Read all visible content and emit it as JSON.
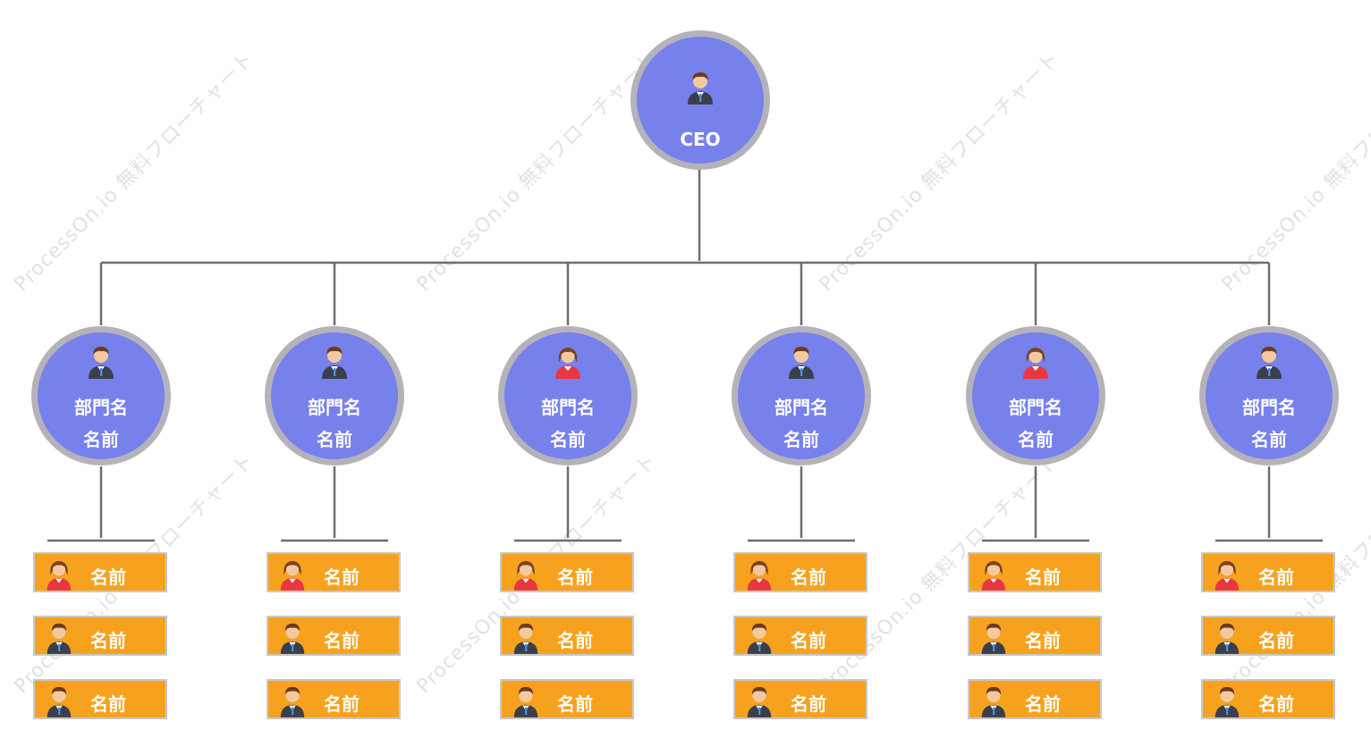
{
  "watermark": "ProcessOn.io 無料フローチャート",
  "colors": {
    "node_fill": "#7781ec",
    "node_border": "#b5b3b9",
    "employee_fill": "#f7a21e",
    "connector": "#6e6e6e"
  },
  "ceo": {
    "title": "CEO",
    "icon": "male-person-icon"
  },
  "departments": [
    {
      "title": "部門名",
      "name": "名前",
      "icon": "male-person-icon",
      "employees": [
        {
          "name": "名前",
          "icon": "female-person-icon"
        },
        {
          "name": "名前",
          "icon": "male-person-icon"
        },
        {
          "name": "名前",
          "icon": "male-person-icon"
        }
      ]
    },
    {
      "title": "部門名",
      "name": "名前",
      "icon": "male-person-icon",
      "employees": [
        {
          "name": "名前",
          "icon": "female-person-icon"
        },
        {
          "name": "名前",
          "icon": "male-person-icon"
        },
        {
          "name": "名前",
          "icon": "male-person-icon"
        }
      ]
    },
    {
      "title": "部門名",
      "name": "名前",
      "icon": "female-person-icon",
      "employees": [
        {
          "name": "名前",
          "icon": "female-person-icon"
        },
        {
          "name": "名前",
          "icon": "male-person-icon"
        },
        {
          "name": "名前",
          "icon": "male-person-icon"
        }
      ]
    },
    {
      "title": "部門名",
      "name": "名前",
      "icon": "male-person-icon",
      "employees": [
        {
          "name": "名前",
          "icon": "female-person-icon"
        },
        {
          "name": "名前",
          "icon": "male-person-icon"
        },
        {
          "name": "名前",
          "icon": "male-person-icon"
        }
      ]
    },
    {
      "title": "部門名",
      "name": "名前",
      "icon": "female-person-icon",
      "employees": [
        {
          "name": "名前",
          "icon": "female-person-icon"
        },
        {
          "name": "名前",
          "icon": "male-person-icon"
        },
        {
          "name": "名前",
          "icon": "male-person-icon"
        }
      ]
    },
    {
      "title": "部門名",
      "name": "名前",
      "icon": "male-person-icon",
      "employees": [
        {
          "name": "名前",
          "icon": "female-person-icon"
        },
        {
          "name": "名前",
          "icon": "male-person-icon"
        },
        {
          "name": "名前",
          "icon": "male-person-icon"
        }
      ]
    }
  ]
}
